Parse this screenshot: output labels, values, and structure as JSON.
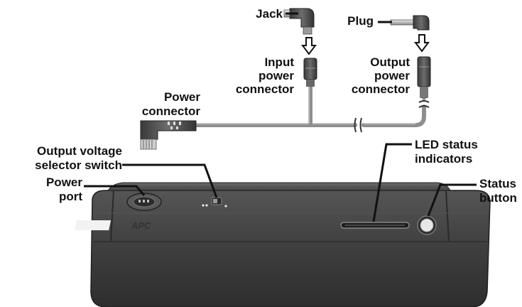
{
  "labels": {
    "jack": "Jack",
    "plug": "Plug",
    "input_power_connector": [
      "Input",
      "power",
      "connector"
    ],
    "output_power_connector": [
      "Output",
      "power",
      "connector"
    ],
    "power_connector": [
      "Power",
      "connector"
    ],
    "output_voltage_selector_switch": [
      "Output voltage",
      "selector switch"
    ],
    "power_port": [
      "Power",
      "port"
    ],
    "led_status_indicators": [
      "LED status",
      "indicators"
    ],
    "status_button": [
      "Status",
      "button"
    ]
  },
  "device": {
    "logo_text": "APC"
  },
  "colors": {
    "device_body": "#3d3d3d",
    "device_top": "#4c4c4c",
    "cable": "#8e8e8e",
    "label_text": "#111111"
  }
}
